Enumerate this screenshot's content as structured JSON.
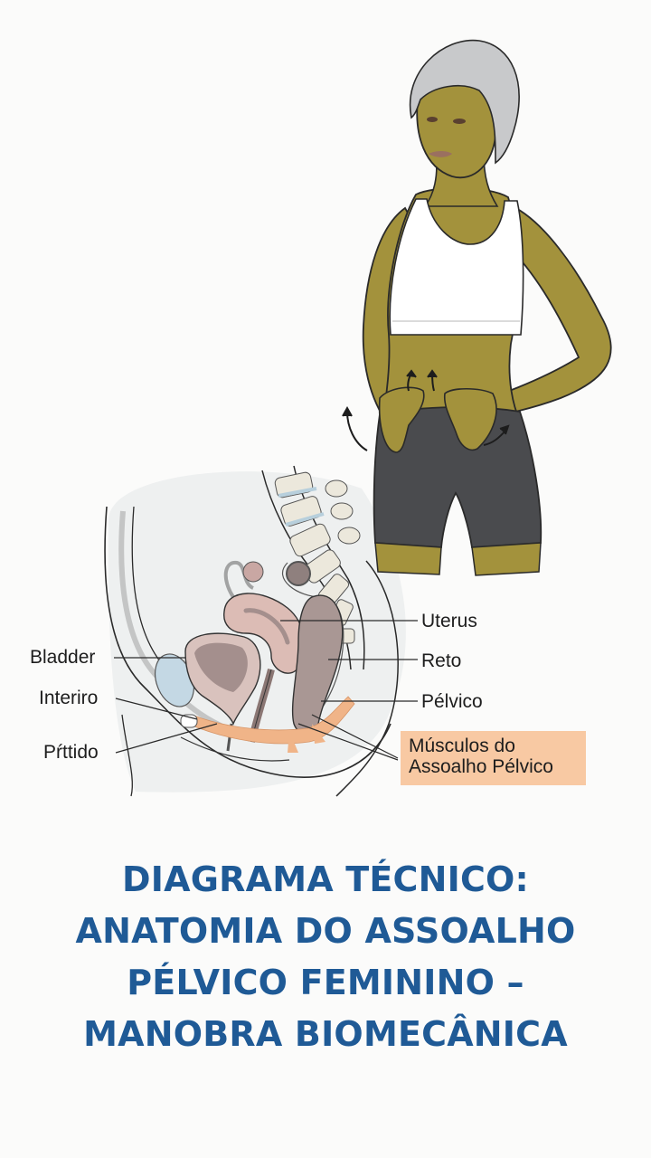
{
  "colors": {
    "background": "#fbfbfa",
    "title": "#1f5a96",
    "skin": "#a3923c",
    "skin_shade": "#8a7b2e",
    "hair": "#c8c9cb",
    "bra": "#ffffff",
    "shorts": "#4a4b4e",
    "pelvic_muscle": "#f0b488",
    "callout_bg": "#f8c9a3",
    "organ_pink": "#d9bab4",
    "organ_dark": "#a48f8d",
    "bladder_blue": "#c4d8e4",
    "line": "#2a2a2a"
  },
  "figure": {
    "subject": "woman-standing-hands-on-abdomen",
    "arrows": [
      "up-arrow-left-abdomen",
      "up-arrow-right-abdomen",
      "curved-arrow-left-hip",
      "curved-arrow-right-hip"
    ]
  },
  "diagram": {
    "type": "sagittal-section-female-pelvis",
    "labels_left": [
      {
        "text": "Bladder"
      },
      {
        "text": "Interiro"
      },
      {
        "text": "Pŕttido"
      }
    ],
    "labels_right": [
      {
        "text": "Uterus"
      },
      {
        "text": "Reto"
      },
      {
        "text": "Pélvico"
      }
    ],
    "callout": {
      "line1": "Músculos do",
      "line2": "Assoalho Pélvico"
    }
  },
  "title": {
    "lines": [
      "DIAGRAMA TÉCNICO:",
      "ANATOMIA DO ASSOALHO",
      "PÉLVICO FEMININO –",
      "MANOBRA BIOMECÂNICA"
    ]
  }
}
